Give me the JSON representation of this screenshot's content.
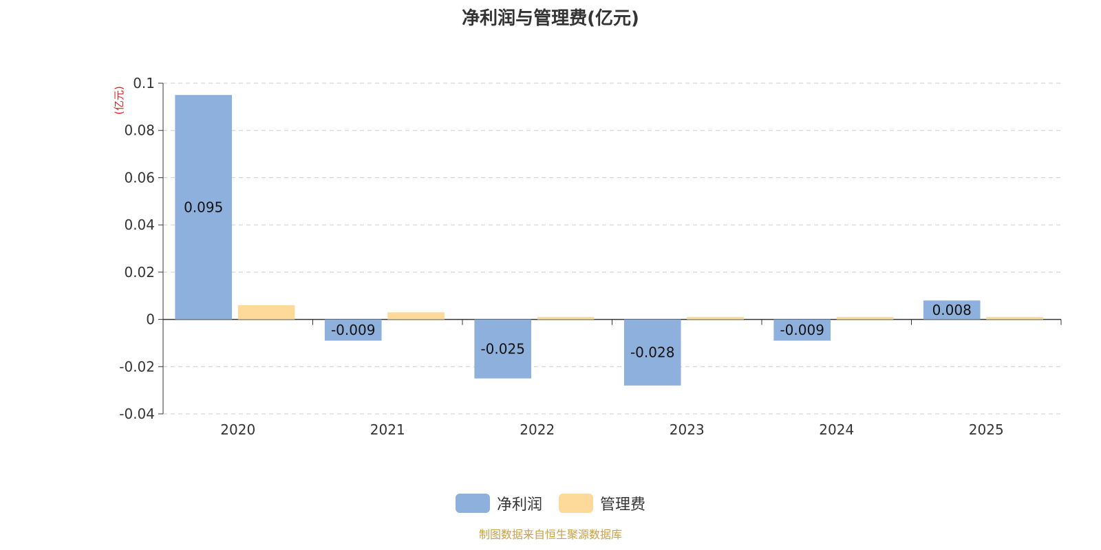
{
  "chart_data": {
    "type": "bar",
    "title": "净利润与管理费(亿元)",
    "ylabel": "(亿元)",
    "xlabel": "",
    "categories": [
      "2020",
      "2021",
      "2022",
      "2023",
      "2024",
      "2025"
    ],
    "series": [
      {
        "name": "净利润",
        "values": [
          0.095,
          -0.009,
          -0.025,
          -0.028,
          -0.009,
          0.008
        ],
        "color": "#8eb0dc",
        "labels": [
          "0.095",
          "-0.009",
          "-0.025",
          "-0.028",
          "-0.009",
          "0.008"
        ]
      },
      {
        "name": "管理费",
        "values": [
          0.006,
          0.003,
          0.001,
          0.001,
          0.001,
          0.001
        ],
        "color": "#fdd99a"
      }
    ],
    "ylim": [
      -0.04,
      0.1
    ],
    "yticks": [
      -0.04,
      -0.02,
      0,
      0.02,
      0.04,
      0.06,
      0.08,
      0.1
    ],
    "ytick_labels": [
      "-0.04",
      "-0.02",
      "0",
      "0.02",
      "0.04",
      "0.06",
      "0.08",
      "0.1"
    ],
    "grid": true,
    "legend_position": "bottom-center",
    "source_note": "制图数据来自恒生聚源数据库"
  }
}
